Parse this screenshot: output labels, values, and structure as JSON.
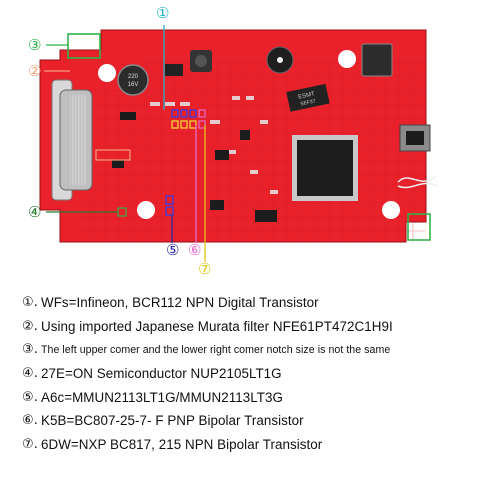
{
  "callouts": [
    {
      "num": "①",
      "color": "#22b3c5"
    },
    {
      "num": "②",
      "color": "#f0a07a"
    },
    {
      "num": "③",
      "color": "#33b24a"
    },
    {
      "num": "④",
      "color": "#2a7a32"
    },
    {
      "num": "⑤",
      "color": "#2a2aa8"
    },
    {
      "num": "⑥",
      "color": "#e66ccb"
    },
    {
      "num": "⑦",
      "color": "#e0c514"
    }
  ],
  "board": {
    "color": "#e8212b",
    "chips": {
      "esmt_top": "ESMT",
      "esmt_bottom": "SEF37",
      "capacitor_top": "220",
      "capacitor_bottom": "16V"
    }
  },
  "captions": [
    {
      "num": "①.",
      "text": "WFs=Infineon, BCR112 NPN Digital Transistor"
    },
    {
      "num": "②.",
      "text": "Using imported Japanese Murata filter NFE61PT472C1H9I"
    },
    {
      "num": "③.",
      "text": "The left upper comer and the lower right comer notch size is not the same"
    },
    {
      "num": "④.",
      "text": "27E=ON Semiconductor NUP2105LT1G"
    },
    {
      "num": "⑤.",
      "text": "A6c=MMUN2113LT1G/MMUN2113LT3G"
    },
    {
      "num": "⑥.",
      "text": "K5B=BC807-25-7- F PNP Bipolar Transistor"
    },
    {
      "num": "⑦.",
      "text": "6DW=NXP BC817, 215 NPN Bipolar Transistor"
    }
  ]
}
